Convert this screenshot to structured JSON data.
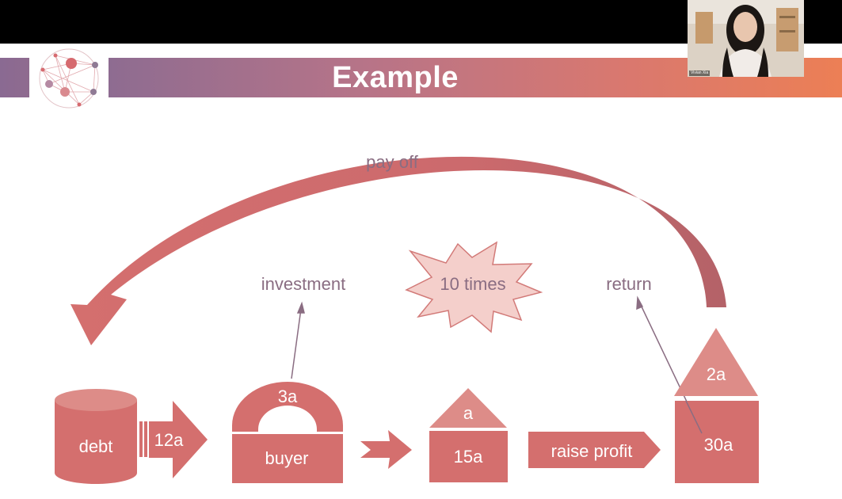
{
  "slide": {
    "title": "Example",
    "webcam_name": "Vivian Xia"
  },
  "diagram": {
    "pay_off_label": "pay off",
    "investment_label": "investment",
    "burst_label": "10 times",
    "return_label": "return",
    "debt_label": "debt",
    "debt_arrow_label": "12a",
    "buyer_arch_label": "3a",
    "buyer_label": "buyer",
    "middle_roof_label": "a",
    "middle_base_label": "15a",
    "raise_profit_label": "raise profit",
    "right_roof_label": "2a",
    "right_base_label": "30a"
  },
  "colors": {
    "shape_fill": "#d46f6e",
    "shape_light": "#dd8c88",
    "label_text": "#8a6d82",
    "burst_fill": "#f4cfcb",
    "burst_stroke": "#d27a78"
  }
}
